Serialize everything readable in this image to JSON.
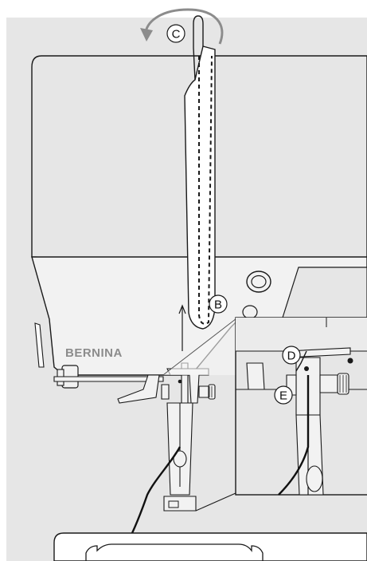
{
  "brand": {
    "name": "BERNINA"
  },
  "callouts": {
    "b": "B",
    "c": "C",
    "d": "D",
    "e": "E"
  },
  "colors": {
    "panel": "#e6e6e6",
    "machine_light": "#f0f0f0",
    "line": "#1a1a1a",
    "brand_text": "#8c8c8c"
  }
}
